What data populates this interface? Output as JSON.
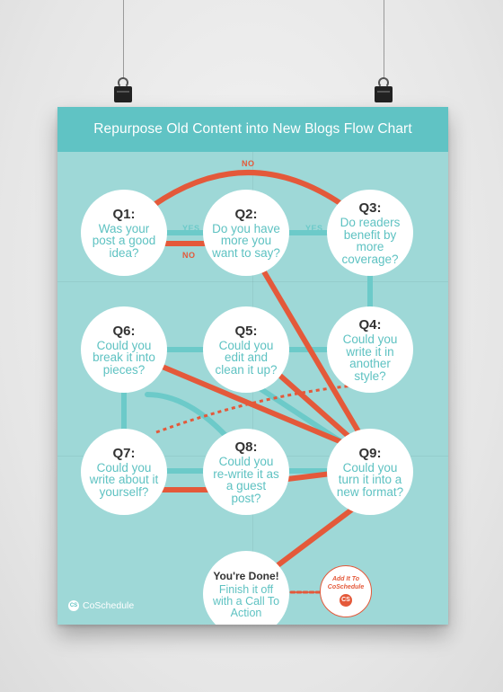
{
  "title": "Repurpose Old Content into New Blogs Flow Chart",
  "colors": {
    "poster_bg": "#9ed8d7",
    "header_bg": "#60c3c4",
    "yes_line": "#6ccac9",
    "no_line": "#e4593a",
    "node_fill": "#ffffff",
    "question_text": "#5ec2c2"
  },
  "nodes": [
    {
      "id": "q1",
      "label": "Q1:",
      "text": "Was your post a good idea?"
    },
    {
      "id": "q2",
      "label": "Q2:",
      "text": "Do you have more you want to say?"
    },
    {
      "id": "q3",
      "label": "Q3:",
      "text": "Do readers benefit by more coverage?"
    },
    {
      "id": "q6",
      "label": "Q6:",
      "text": "Could you break it into pieces?"
    },
    {
      "id": "q5",
      "label": "Q5:",
      "text": "Could you edit and clean it up?"
    },
    {
      "id": "q4",
      "label": "Q4:",
      "text": "Could you write it in another style?"
    },
    {
      "id": "q7",
      "label": "Q7:",
      "text": "Could you write about it yourself?"
    },
    {
      "id": "q8",
      "label": "Q8:",
      "text": "Could you re-write it as a guest post?"
    },
    {
      "id": "q9",
      "label": "Q9:",
      "text": "Could you turn it into a new format?"
    },
    {
      "id": "done",
      "label": "You're Done!",
      "text": "Finish it off with a Call To Action"
    }
  ],
  "edge_labels": {
    "no_top": "NO",
    "yes_q1_q2": "YES",
    "no_q1_q2": "NO",
    "yes_q2_q3": "YES"
  },
  "badge": {
    "text": "Add It To CoSchedule",
    "logo": "CS"
  },
  "brand": {
    "logo": "CS",
    "name": "CoSchedule"
  }
}
